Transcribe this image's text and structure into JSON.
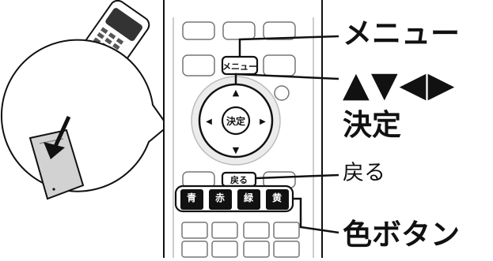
{
  "remote": {
    "menu_key": "メニュー",
    "enter_key": "決定",
    "back_key": "戻る",
    "color_keys": [
      "青",
      "赤",
      "緑",
      "黄"
    ],
    "dpad_glyphs": {
      "up": "▲",
      "down": "▼",
      "left": "◀",
      "right": "▶"
    }
  },
  "callouts": {
    "menu": "メニュー",
    "arrows": "▲▼◀▶",
    "enter": "決定",
    "back": "戻る",
    "color": "色ボタン"
  },
  "colors": {
    "line": "#111111",
    "panel": "#f2f2f2",
    "remote_body": "#d9d9d9",
    "button_dark": "#111111"
  }
}
